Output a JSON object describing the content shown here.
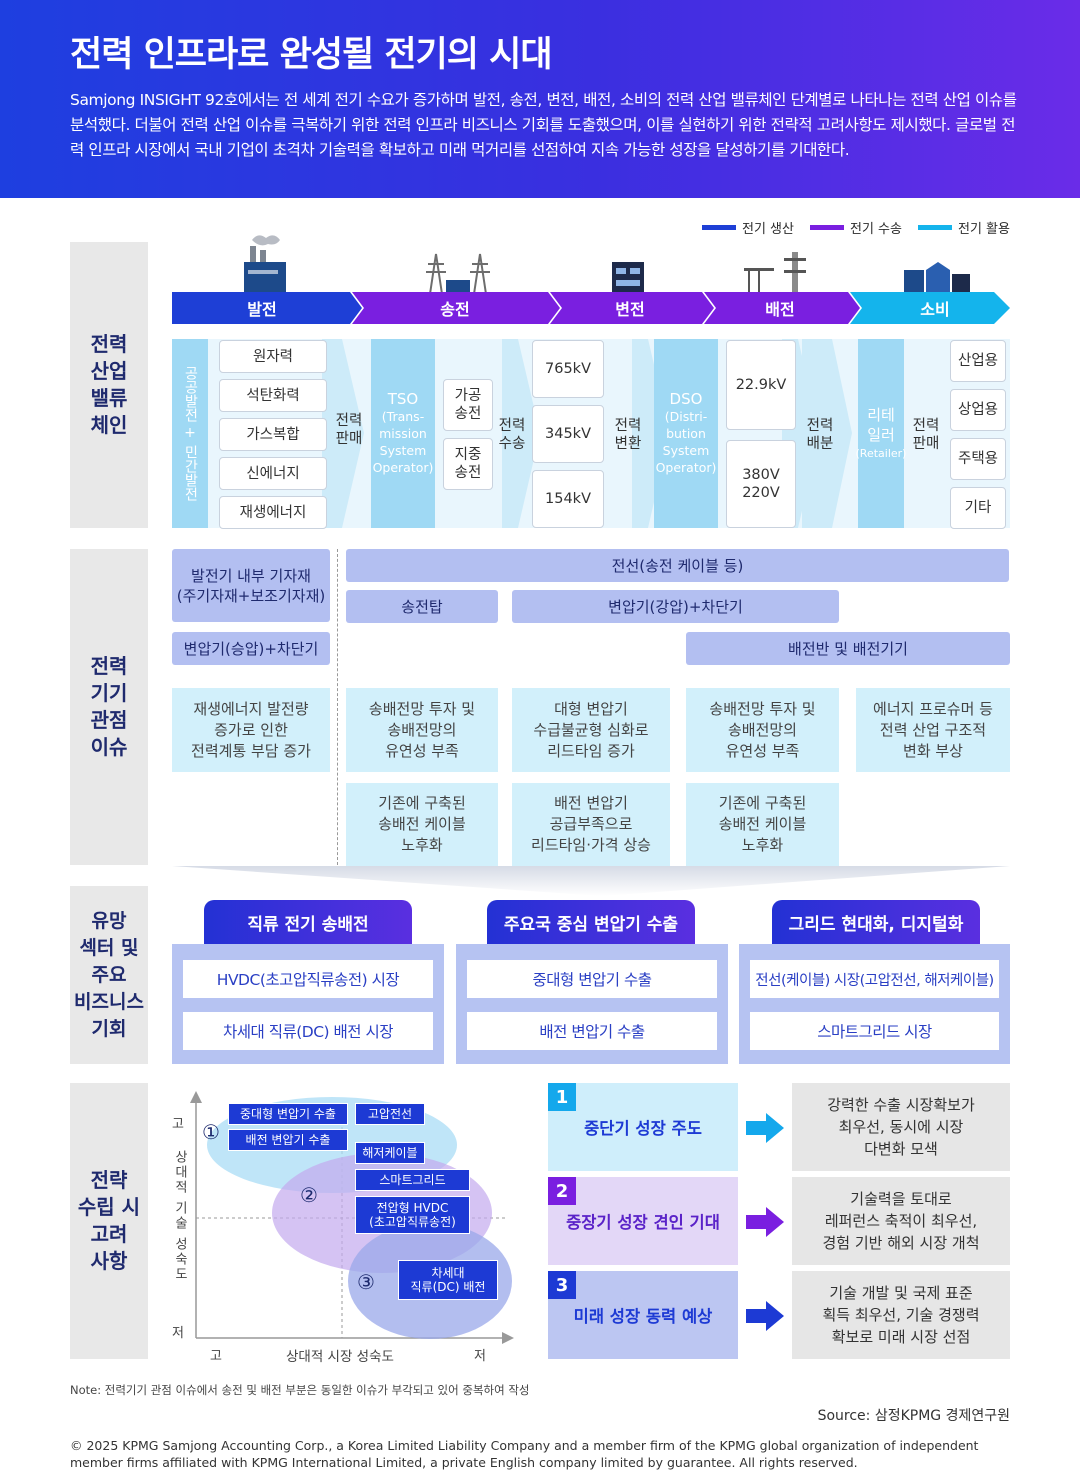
{
  "header": {
    "title": "전력 인프라로 완성될 전기의 시대",
    "description": "Samjong INSIGHT 92호에서는 전 세계 전기 수요가 증가하며 발전, 송전, 변전, 배전, 소비의 전력 산업 밸류체인 단계별로 나타나는 전력 산업 이슈를 분석했다. 더불어 전력 산업 이슈를 극복하기 위한 전력 인프라 비즈니스 기회를 도출했으며, 이를 실현하기 위한 전략적 고려사항도 제시했다. 글로벌 전력 인프라 시장에서 국내 기업이 초격차 기술력을 확보하고 미래 먹거리를 선점하여 지속 가능한 성장을 달성하기를 기대한다."
  },
  "legend": [
    {
      "label": "전기 생산",
      "color": "#1e3fd6"
    },
    {
      "label": "전기 수송",
      "color": "#7a1fe0"
    },
    {
      "label": "전기 활용",
      "color": "#14b4ec"
    }
  ],
  "sections": {
    "value_chain": "전력\n산업\n밸류\n체인",
    "issues": "전력\n기기\n관점\n이슈",
    "opportunities": "유망\n섹터 및\n주요\n비즈니스\n기회",
    "strategy": "전략\n수립 시\n고려\n사항"
  },
  "stages": [
    "발전",
    "송전",
    "변전",
    "배전",
    "소비"
  ],
  "value_chain": {
    "gen_left": "공공발전",
    "gen_plus": "+",
    "gen_left2": "민간발전",
    "gen_items": [
      "원자력",
      "석탄화력",
      "가스복합",
      "신에너지",
      "재생에너지"
    ],
    "sale1": "전력\n판매",
    "tso": "TSO",
    "tso_sub": "(Trans-\nmission\nSystem\nOperator)",
    "trans_items": [
      "가공\n송전",
      "지중\n송전"
    ],
    "transport": "전력\n수송",
    "voltages": [
      "765kV",
      "345kV",
      "154kV"
    ],
    "convert": "전력\n변환",
    "dso": "DSO",
    "dso_sub": "(Distri-\nbution\nSystem\nOperator)",
    "dist_items": [
      "22.9kV",
      "380V\n220V"
    ],
    "distribute": "전력\n배분",
    "retailer": "리테\n일러",
    "retailer_sub": "(Retailer)",
    "sale2": "전력\n판매",
    "consumers": [
      "산업용",
      "상업용",
      "주택용",
      "기타"
    ]
  },
  "equipment": {
    "gen_parts": "발전기 내부 기자재\n(주기자재+보조기자재)",
    "gen_transformer": "변압기(승압)+차단기",
    "cable": "전선(송전 케이블 등)",
    "tower": "송전탑",
    "step_down": "변압기(강압)+차단기",
    "panel": "배전반 및 배전기기"
  },
  "issues": {
    "row1": [
      "재생에너지 발전량\n증가로 인한\n전력계통 부담 증가",
      "송배전망 투자 및\n송배전망의\n유연성 부족",
      "대형 변압기\n수급불균형 심화로\n리드타임 증가",
      "송배전망 투자 및\n송배전망의\n유연성 부족",
      "에너지 프로슈머 등\n전력 산업 구조적\n변화 부상"
    ],
    "row2": [
      "기존에 구축된\n송배전 케이블\n노후화",
      "배전 변압기\n공급부족으로\n리드타임·가격 상승",
      "기존에 구축된\n송배전 케이블\n노후화"
    ]
  },
  "opportunities": [
    {
      "title": "직류 전기 송배전",
      "items": [
        "HVDC(초고압직류송전) 시장",
        "차세대 직류(DC) 배전 시장"
      ]
    },
    {
      "title": "주요국 중심 변압기 수출",
      "items": [
        "중대형 변압기 수출",
        "배전 변압기 수출"
      ]
    },
    {
      "title": "그리드 현대화, 디지털화",
      "items": [
        "전선(케이블) 시장(고압전선, 해저케이블)",
        "스마트그리드 시장"
      ]
    }
  ],
  "matrix": {
    "y_high": "고",
    "y_low": "저",
    "y_label": "상대적 기술 성숙도",
    "x_high": "고",
    "x_low": "저",
    "x_label": "상대적 시장 성숙도",
    "circle_labels": [
      "①",
      "②",
      "③"
    ],
    "items": [
      "중대형 변압기 수출",
      "고압전선",
      "배전 변압기 수출",
      "해저케이블",
      "스마트그리드",
      "전압형 HVDC\n(초고압직류송전)",
      "차세대\n직류(DC) 배전"
    ]
  },
  "strategy": [
    {
      "num": "1",
      "title": "중단기 성장 주도",
      "result": "강력한 수출 시장확보가\n최우선, 동시에 시장\n다변화 모색",
      "color": "#14a8ec",
      "bg": "#cfeefb",
      "text_color": "#1d3ad4"
    },
    {
      "num": "2",
      "title": "중장기 성장 견인 기대",
      "result": "기술력을 토대로\n레퍼런스 축적이 최우선,\n경험 기반 해외 시장 개척",
      "color": "#7a1fe0",
      "bg": "#e3d7f7",
      "text_color": "#5a22c8"
    },
    {
      "num": "3",
      "title": "미래 성장 동력 예상",
      "result": "기술 개발 및 국제 표준\n획득 최우선, 기술 경쟁력\n확보로 미래 시장 선점",
      "color": "#1d3ad4",
      "bg": "#bcc6f2",
      "text_color": "#1d3ad4"
    }
  ],
  "note": "Note: 전력기기 관점 이슈에서 송전 및 배전 부분은 동일한 이슈가 부각되고 있어 중복하여 작성",
  "source": "Source: 삼정KPMG 경제연구원",
  "copyright": "© 2025 KPMG Samjong Accounting Corp., a Korea Limited Liability Company and a member firm of the KPMG global organization of independent member firms affiliated with KPMG International Limited, a private English company limited by guarantee. All rights reserved."
}
